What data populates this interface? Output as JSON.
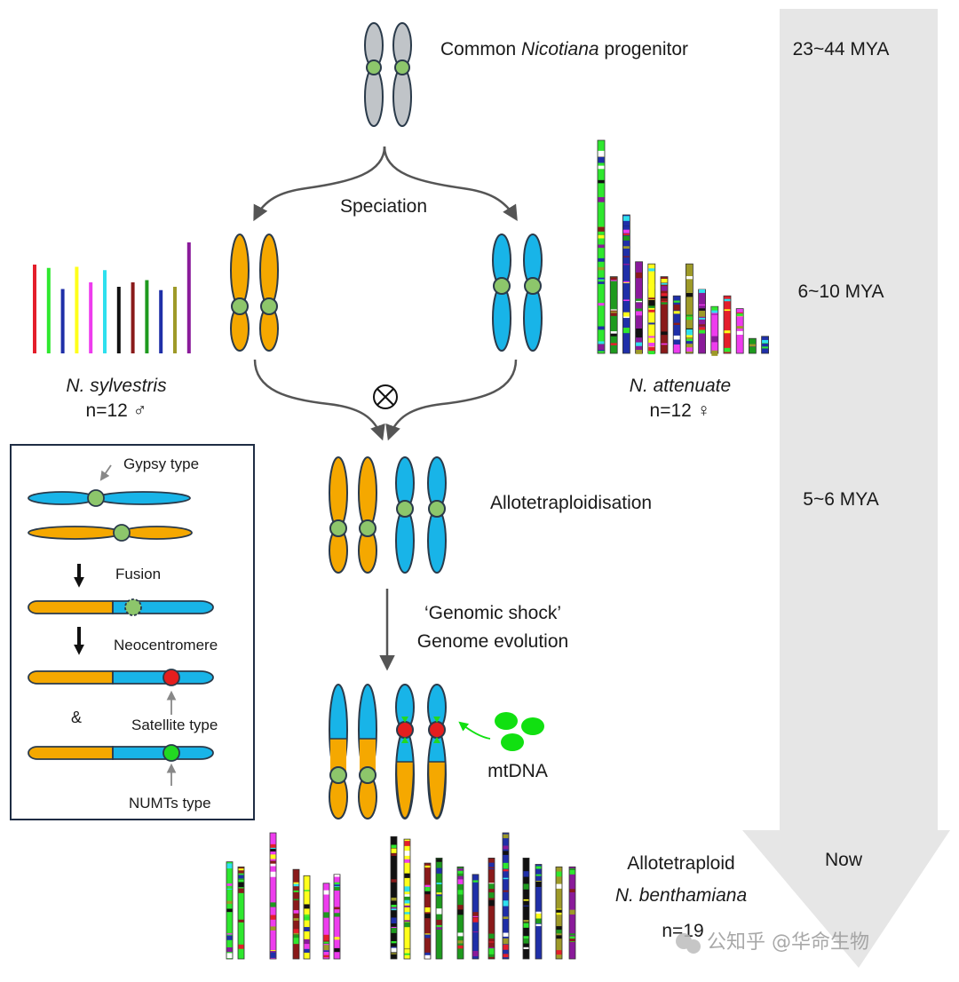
{
  "timeline": {
    "t1": "23~44 MYA",
    "t2": "6~10 MYA",
    "t3": "5~6 MYA",
    "t4": "Now"
  },
  "labels": {
    "progenitor_pre": "Common ",
    "progenitor_ital": "Nicotiana",
    "progenitor_post": " progenitor",
    "speciation": "Speciation",
    "sylvestris_name": "N. sylvestris",
    "sylvestris_n": "n=12 ♂",
    "attenuate_name": "N. attenuate",
    "attenuate_n": "n=12 ♀",
    "allotetraploidisation": "Allotetraploidisation",
    "genomic_shock": "‘Genomic shock’",
    "genome_evolution": "Genome evolution",
    "mtdna": "mtDNA",
    "allotetraploid": "Allotetraploid",
    "benthamiana": "N. benthamiana",
    "benthamiana_n": "n=19",
    "cross_symbol": "⊗"
  },
  "inset": {
    "gypsy": "Gypsy type",
    "fusion": "Fusion",
    "neocentromere": "Neocentromere",
    "ampersand": "&",
    "satellite": "Satellite type",
    "numts": "NUMTs type"
  },
  "watermark": {
    "text": "公知乎 @华命生物"
  },
  "colors": {
    "orange": "#f5a800",
    "blue": "#18b4e8",
    "grey": "#c0c4c8",
    "centromere_green": "#8dc66b",
    "centromere_red": "#e41e1e",
    "numts_green": "#22d822",
    "mtdna_green": "#11e011",
    "timeline_arrow": "#e6e6e6",
    "outline": "#2a3a4a",
    "flow_arrow": "#555555"
  },
  "sylvestris_bar_colors": [
    "#e41e2b",
    "#2ee82e",
    "#1f2fa8",
    "#ffff1a",
    "#ee3cee",
    "#2ee0ee",
    "#111111",
    "#8a1a1a",
    "#1e9a1e",
    "#1f2fa8",
    "#9e9a28",
    "#8a1a9a"
  ],
  "sylvestris_bar_lengths": [
    0.8,
    0.77,
    0.58,
    0.78,
    0.64,
    0.75,
    0.6,
    0.64,
    0.66,
    0.57,
    0.6,
    1.0
  ],
  "attenuate_bar_lengths": [
    1.0,
    0.36,
    0.65,
    0.43,
    0.42,
    0.36,
    0.27,
    0.42,
    0.3,
    0.22,
    0.27,
    0.21,
    0.07,
    0.08
  ],
  "benthamiana_bar_lengths": [
    0.77,
    0.73,
    1.0,
    0.71,
    0.66,
    0.6,
    0.67,
    0.97,
    0.95,
    0.76,
    0.8,
    0.73,
    0.67,
    0.8,
    1.0,
    0.8,
    0.75,
    0.73,
    0.73
  ]
}
